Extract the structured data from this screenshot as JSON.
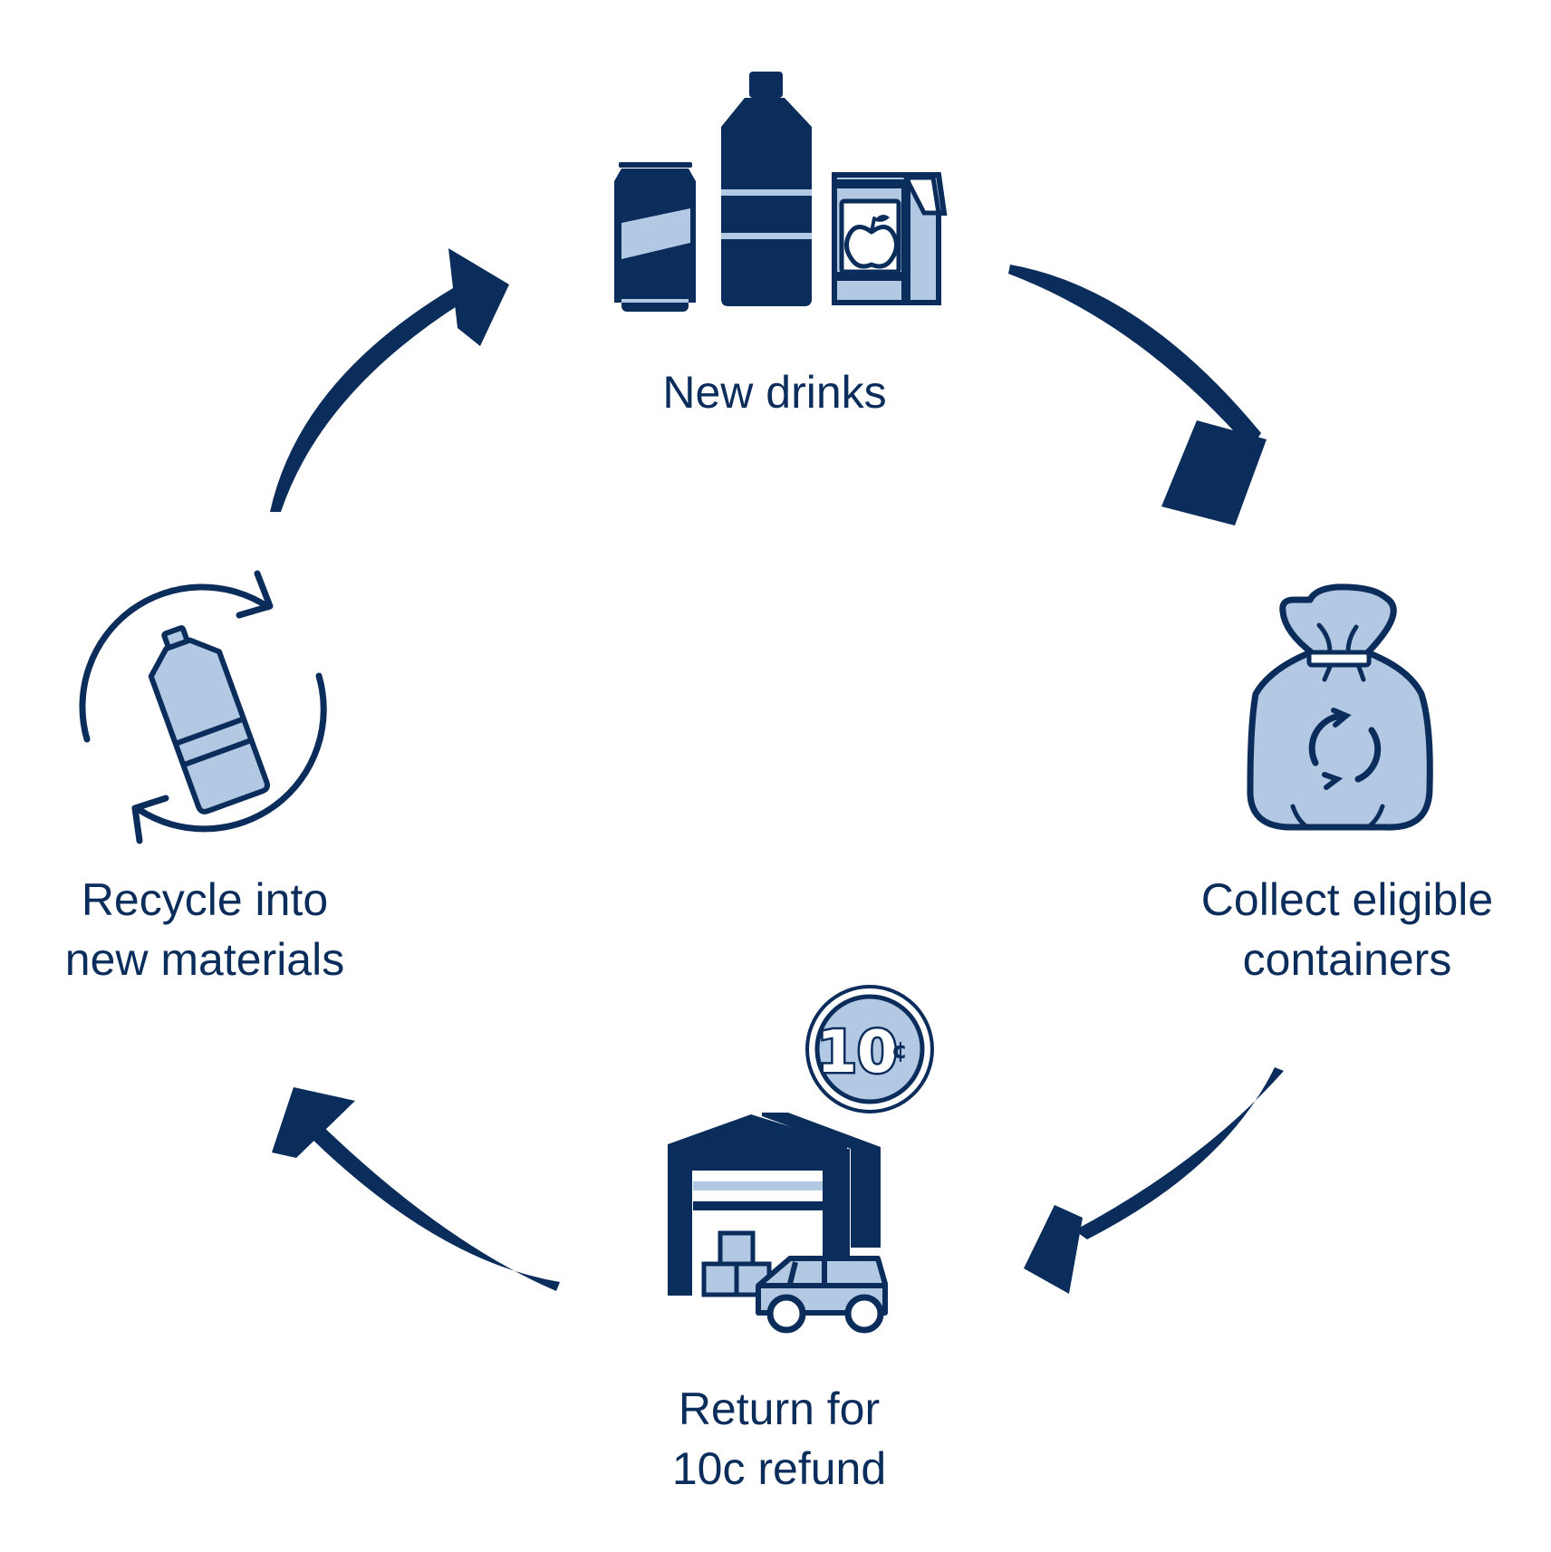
{
  "colors": {
    "primary": "#0b2d5c",
    "light": "#b3c8e2",
    "background": "#ffffff"
  },
  "steps": [
    {
      "id": "new-drinks",
      "icon": "drink-containers-icon",
      "lines": [
        "New drinks"
      ]
    },
    {
      "id": "collect",
      "icon": "recycling-bag-icon",
      "lines": [
        "Collect eligible",
        "containers"
      ]
    },
    {
      "id": "return",
      "icon": "depot-refund-icon",
      "lines": [
        "Return for",
        "10c refund"
      ]
    },
    {
      "id": "recycle",
      "icon": "recycle-bottle-icon",
      "lines": [
        "Recycle into",
        "new materials"
      ]
    }
  ],
  "coin": {
    "amount": "10",
    "unit": "¢"
  }
}
